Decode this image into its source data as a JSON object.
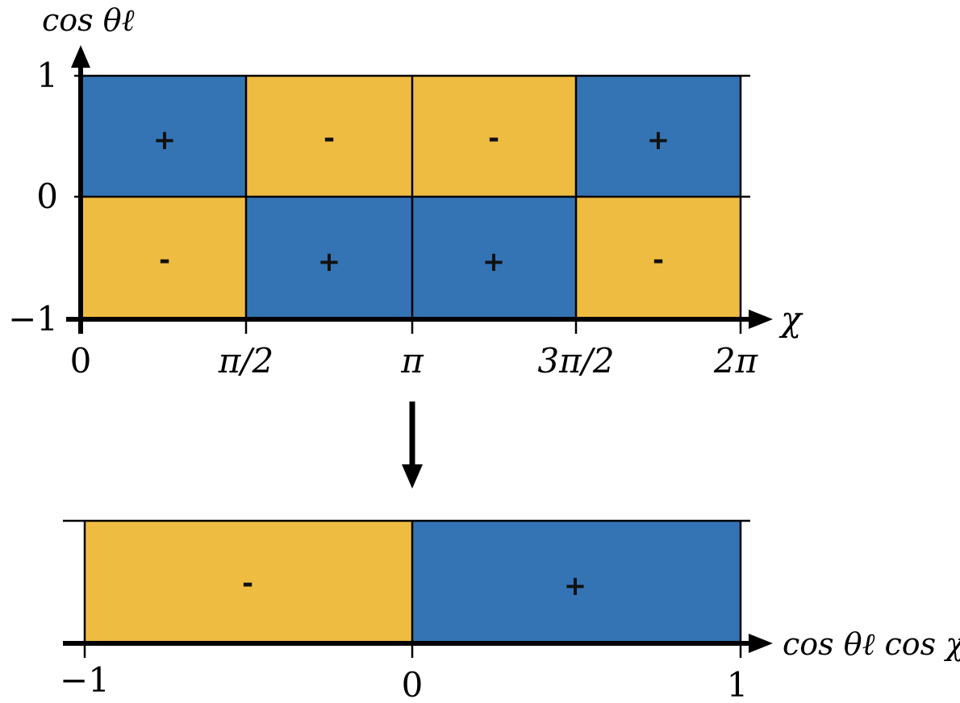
{
  "colors": {
    "positive": "#3474b4",
    "negative": "#efbc42",
    "line": "#000000"
  },
  "top_panel": {
    "y_axis_label": "cos θℓ",
    "x_axis_label": "χ",
    "x_ticks": [
      "0",
      "π/2",
      "π",
      "3π/2",
      "2π"
    ],
    "y_ticks": [
      "1",
      "0",
      "−1"
    ],
    "cells": [
      {
        "row": "upper",
        "col": 0,
        "sign": "+"
      },
      {
        "row": "upper",
        "col": 1,
        "sign": "-"
      },
      {
        "row": "upper",
        "col": 2,
        "sign": "-"
      },
      {
        "row": "upper",
        "col": 3,
        "sign": "+"
      },
      {
        "row": "lower",
        "col": 0,
        "sign": "-"
      },
      {
        "row": "lower",
        "col": 1,
        "sign": "+"
      },
      {
        "row": "lower",
        "col": 2,
        "sign": "+"
      },
      {
        "row": "lower",
        "col": 3,
        "sign": "-"
      }
    ]
  },
  "bottom_panel": {
    "x_axis_label": "cos θℓ cos χ",
    "x_ticks": [
      "−1",
      "0",
      "1"
    ],
    "cells": [
      {
        "col": 0,
        "sign": "-"
      },
      {
        "col": 1,
        "sign": "+"
      }
    ]
  }
}
